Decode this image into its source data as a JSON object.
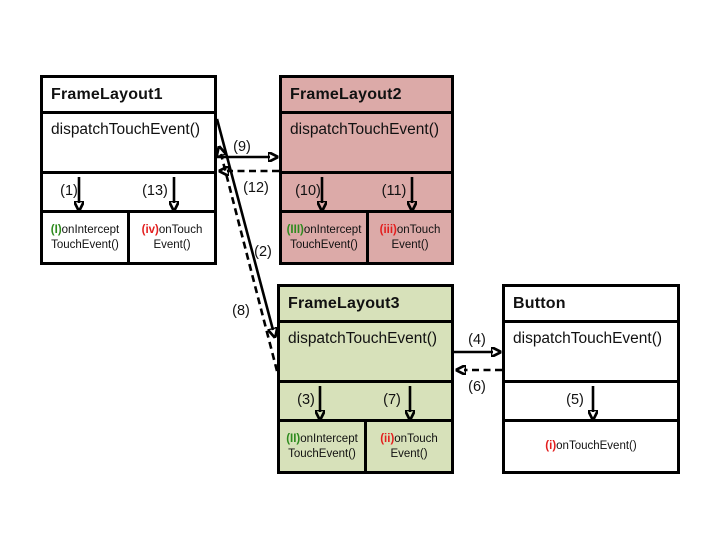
{
  "colors": {
    "green": "#2e8b1e",
    "red": "#e31e1e",
    "pink_fill": "#dcaaa8",
    "green_fill": "#d7e1ba",
    "white_fill": "#ffffff",
    "border": "#000000"
  },
  "boxes": {
    "fl1": {
      "title": "FrameLayout1",
      "dispatch": "dispatchTouchEvent()",
      "branches": {
        "a": "(1)",
        "b": "(13)"
      },
      "cells": {
        "left": {
          "prefix": "(I)",
          "prefix_color": "#2e8b1e",
          "line1": "onIntercept",
          "line2": "TouchEvent()"
        },
        "right": {
          "prefix": "(iv)",
          "prefix_color": "#e31e1e",
          "line1": "onTouch",
          "line2": "Event()"
        }
      }
    },
    "fl2": {
      "title": "FrameLayout2",
      "dispatch": "dispatchTouchEvent()",
      "branches": {
        "a": "(10)",
        "b": "(11)"
      },
      "cells": {
        "left": {
          "prefix": "(III)",
          "prefix_color": "#2e8b1e",
          "line1": "onIntercept",
          "line2": "TouchEvent()"
        },
        "right": {
          "prefix": "(iii)",
          "prefix_color": "#e31e1e",
          "line1": "onTouch",
          "line2": "Event()"
        }
      }
    },
    "fl3": {
      "title": "FrameLayout3",
      "dispatch": "dispatchTouchEvent()",
      "branches": {
        "a": "(3)",
        "b": "(7)"
      },
      "cells": {
        "left": {
          "prefix": "(II)",
          "prefix_color": "#2e8b1e",
          "line1": "onIntercept",
          "line2": "TouchEvent()"
        },
        "right": {
          "prefix": "(ii)",
          "prefix_color": "#e31e1e",
          "line1": "onTouch",
          "line2": "Event()"
        }
      }
    },
    "button": {
      "title": "Button",
      "dispatch": "dispatchTouchEvent()",
      "branches": {
        "a": "(5)"
      },
      "cells": {
        "single": {
          "prefix": "(i)",
          "prefix_color": "#e31e1e",
          "line1": "onTouchEvent()"
        }
      }
    }
  },
  "connectors": {
    "c9": {
      "label": "(9)",
      "style": "solid"
    },
    "c12": {
      "label": "(12)",
      "style": "dashed"
    },
    "c2": {
      "label": "(2)",
      "style": "solid"
    },
    "c8": {
      "label": "(8)",
      "style": "dashed"
    },
    "c4": {
      "label": "(4)",
      "style": "solid"
    },
    "c6": {
      "label": "(6)",
      "style": "dashed"
    }
  }
}
